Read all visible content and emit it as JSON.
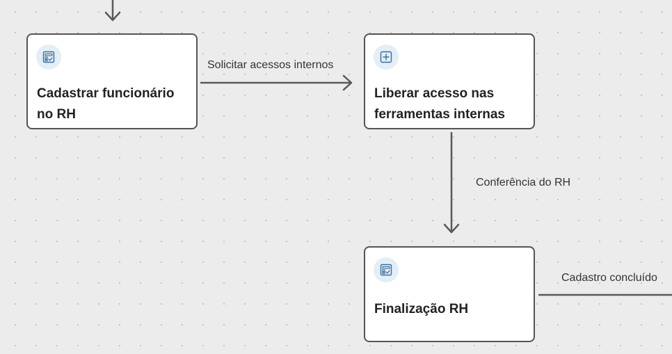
{
  "nodes": {
    "cadastrar": {
      "title_line1": "Cadastrar funcionário",
      "title_line2": "no RH",
      "icon": "checklist-form-icon"
    },
    "liberar": {
      "title_line1": "Liberar acesso nas",
      "title_line2": "ferramentas internas",
      "icon": "add-square-icon"
    },
    "finalizacao": {
      "title": "Finalização RH",
      "icon": "checklist-form-icon"
    }
  },
  "edges": {
    "solicitar": "Solicitar acessos internos",
    "conferencia": "Conferência do RH",
    "concluido": "Cadastro concluído"
  },
  "colors": {
    "background": "#ececec",
    "node_border": "#545454",
    "edge": "#595959",
    "icon_bg": "#e3eef7",
    "icon_stroke": "#3b6f9c"
  }
}
